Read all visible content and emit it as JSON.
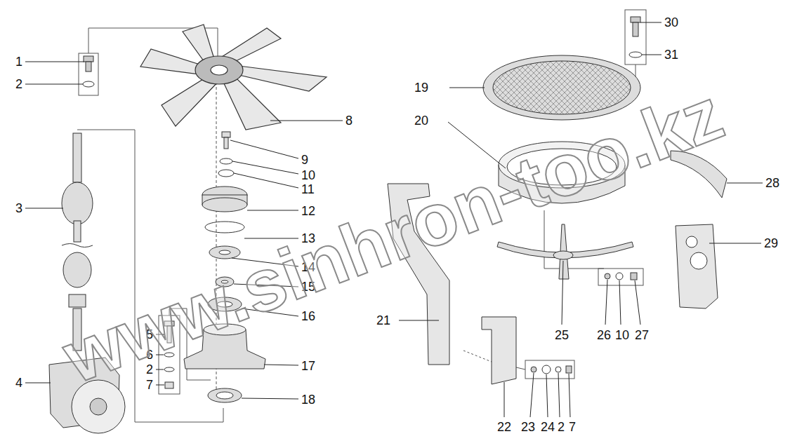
{
  "diagram": {
    "labels": [
      "1",
      "2",
      "3",
      "4",
      "5",
      "6",
      "2",
      "7",
      "8",
      "9",
      "10",
      "11",
      "12",
      "13",
      "14",
      "15",
      "16",
      "17",
      "18",
      "19",
      "20",
      "21",
      "22",
      "23",
      "24",
      "2",
      "7",
      "25",
      "26",
      "10",
      "27",
      "28",
      "29",
      "30",
      "31",
      "www.sinhron-too.kz"
    ]
  }
}
